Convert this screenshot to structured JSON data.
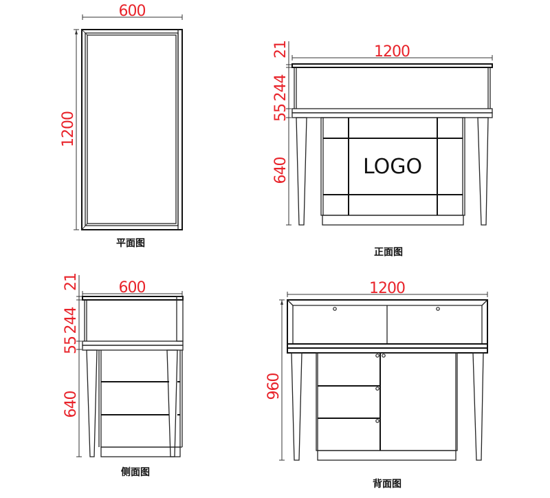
{
  "colors": {
    "dimension": "#e8232a",
    "line": "#222222",
    "background": "#ffffff"
  },
  "plan_view": {
    "caption": "平面图",
    "width_dim": "600",
    "height_dim": "1200"
  },
  "front_view": {
    "caption": "正面图",
    "width_dim": "1200",
    "dims_vertical": [
      "21",
      "244",
      "55",
      "640"
    ],
    "logo_text": "LOGO"
  },
  "side_view": {
    "caption": "侧面图",
    "width_dim": "600",
    "dims_vertical": [
      "21",
      "244",
      "55",
      "640"
    ]
  },
  "back_view": {
    "caption": "背面图",
    "width_dim": "1200",
    "height_dim": "960"
  }
}
